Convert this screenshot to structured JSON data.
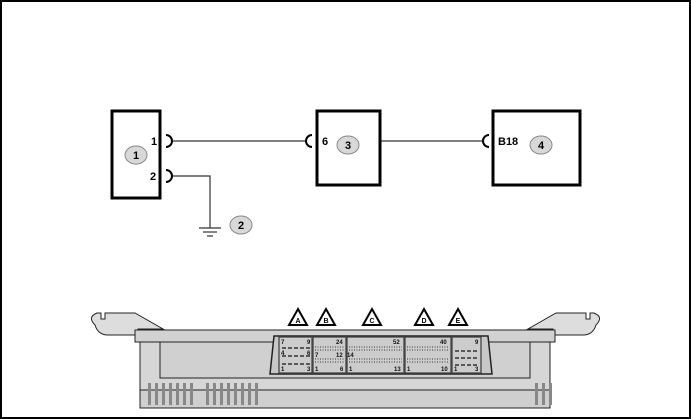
{
  "components": [
    {
      "id": "1",
      "pins": [
        "1",
        "2"
      ]
    },
    {
      "id": "3",
      "pins": [
        "6"
      ]
    },
    {
      "id": "4",
      "pins": [
        "B18"
      ]
    }
  ],
  "ground_callout": "2",
  "connectors": [
    {
      "label": "A",
      "pins": [
        "7",
        "9",
        "4",
        "6",
        "1",
        "3"
      ]
    },
    {
      "label": "B",
      "pins": [
        "24",
        "7",
        "12",
        "1",
        "6"
      ]
    },
    {
      "label": "C",
      "pins": [
        "52",
        "14",
        "1",
        "13"
      ]
    },
    {
      "label": "D",
      "pins": [
        "40",
        "1",
        "10"
      ]
    },
    {
      "label": "E",
      "pins": [
        "9",
        "1",
        "3"
      ]
    }
  ]
}
